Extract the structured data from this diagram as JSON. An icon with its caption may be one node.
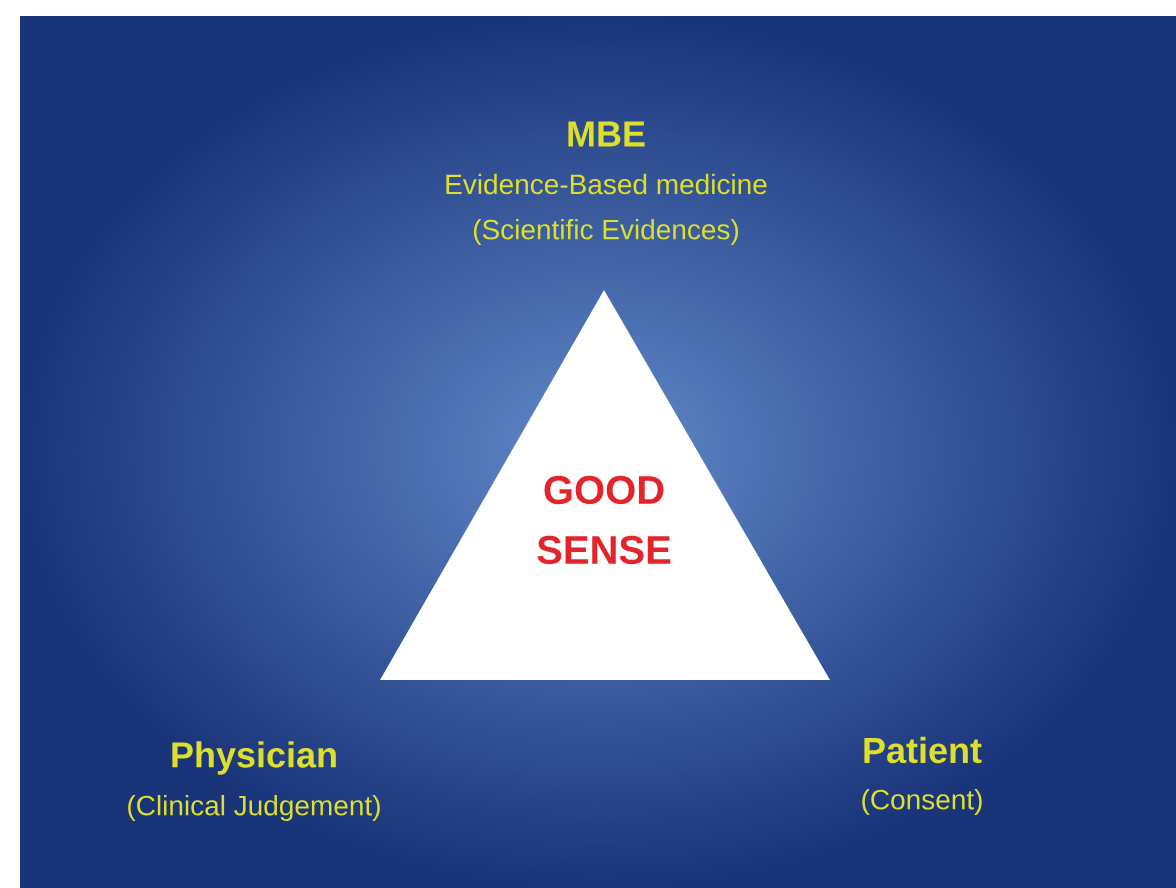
{
  "diagram": {
    "nodes": [
      {
        "text": [
          "GOOD SENSE"
        ]
      }
    ],
    "labels": [
      "MBE",
      "Evidence-Based medicine",
      "(Scientific Evidences)",
      "Physician",
      "(Clinical Judgement)",
      "Patient",
      "(Consent)"
    ]
  }
}
